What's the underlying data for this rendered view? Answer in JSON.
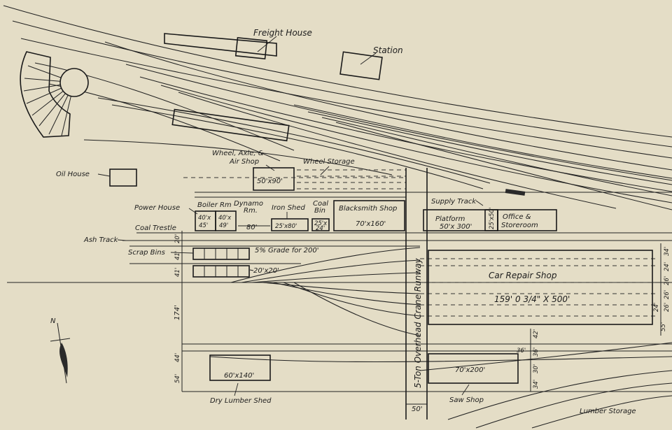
{
  "labels": {
    "freight_house": "Freight House",
    "station": "Station",
    "wheel_axle_shop_line1": "Wheel, Axle, &",
    "wheel_axle_shop_line2": "Air Shop",
    "wheel_axle_shop_size": "50'x90'",
    "wheel_storage": "Wheel Storage",
    "oil_house": "Oil House",
    "power_house": "Power House",
    "boiler_rm": "Boiler Rm",
    "boiler_rm_w": "40'x",
    "boiler_rm_h": "45'",
    "dynamo_rm_line1": "Dynamo",
    "dynamo_rm_line2": "Rm.",
    "dynamo_rm_w": "40'x",
    "dynamo_rm_h": "49'",
    "iron_shed": "Iron Shed",
    "iron_shed_size": "25'x80'",
    "coal_bin_line1": "Coal",
    "coal_bin_line2": "Bin",
    "coal_bin_size_line1": "25'x",
    "coal_bin_size_line2": "24'",
    "blacksmith_shop": "Blacksmith Shop",
    "blacksmith_shop_size": "70'x160'",
    "supply_track": "Supply Track",
    "platform": "Platform",
    "platform_size": "50'x 300'",
    "supply_box_size": "25'x50'",
    "office_line1": "Office &",
    "office_line2": "Storeroom",
    "coal_trestle": "Coal Trestle",
    "ash_track": "Ash Track",
    "scrap_bins": "Scrap Bins",
    "grade_note": "5% Grade for 200'",
    "bins_size": "20'x20'",
    "car_repair_shop": "Car Repair Shop",
    "car_repair_shop_size": "159' 0 3/4\" X 500'",
    "crane_runway": "5-Ton Overhead Crane Runway",
    "dry_lumber_shed": "Dry Lumber Shed",
    "dry_lumber_shed_size": "60'x140'",
    "saw_shop": "Saw Shop",
    "saw_shop_size": "70'x200'",
    "lumber_storage": "Lumber Storage",
    "north": "N"
  },
  "dimensions": {
    "d80": "80'",
    "d20": "20'",
    "d41a": "41'",
    "d41b": "41'",
    "d174": "174'",
    "d44": "44'",
    "d54": "54'",
    "d50_runway": "50'",
    "d42": "42'",
    "d36a": "36'",
    "d36b": "36'",
    "d30": "30'",
    "d34": "34'",
    "r34": "34'",
    "r24": "24'",
    "r26a": "26'",
    "r26b": "26'",
    "r26c": "26'",
    "r24b": "24'",
    "r55": "55'"
  }
}
